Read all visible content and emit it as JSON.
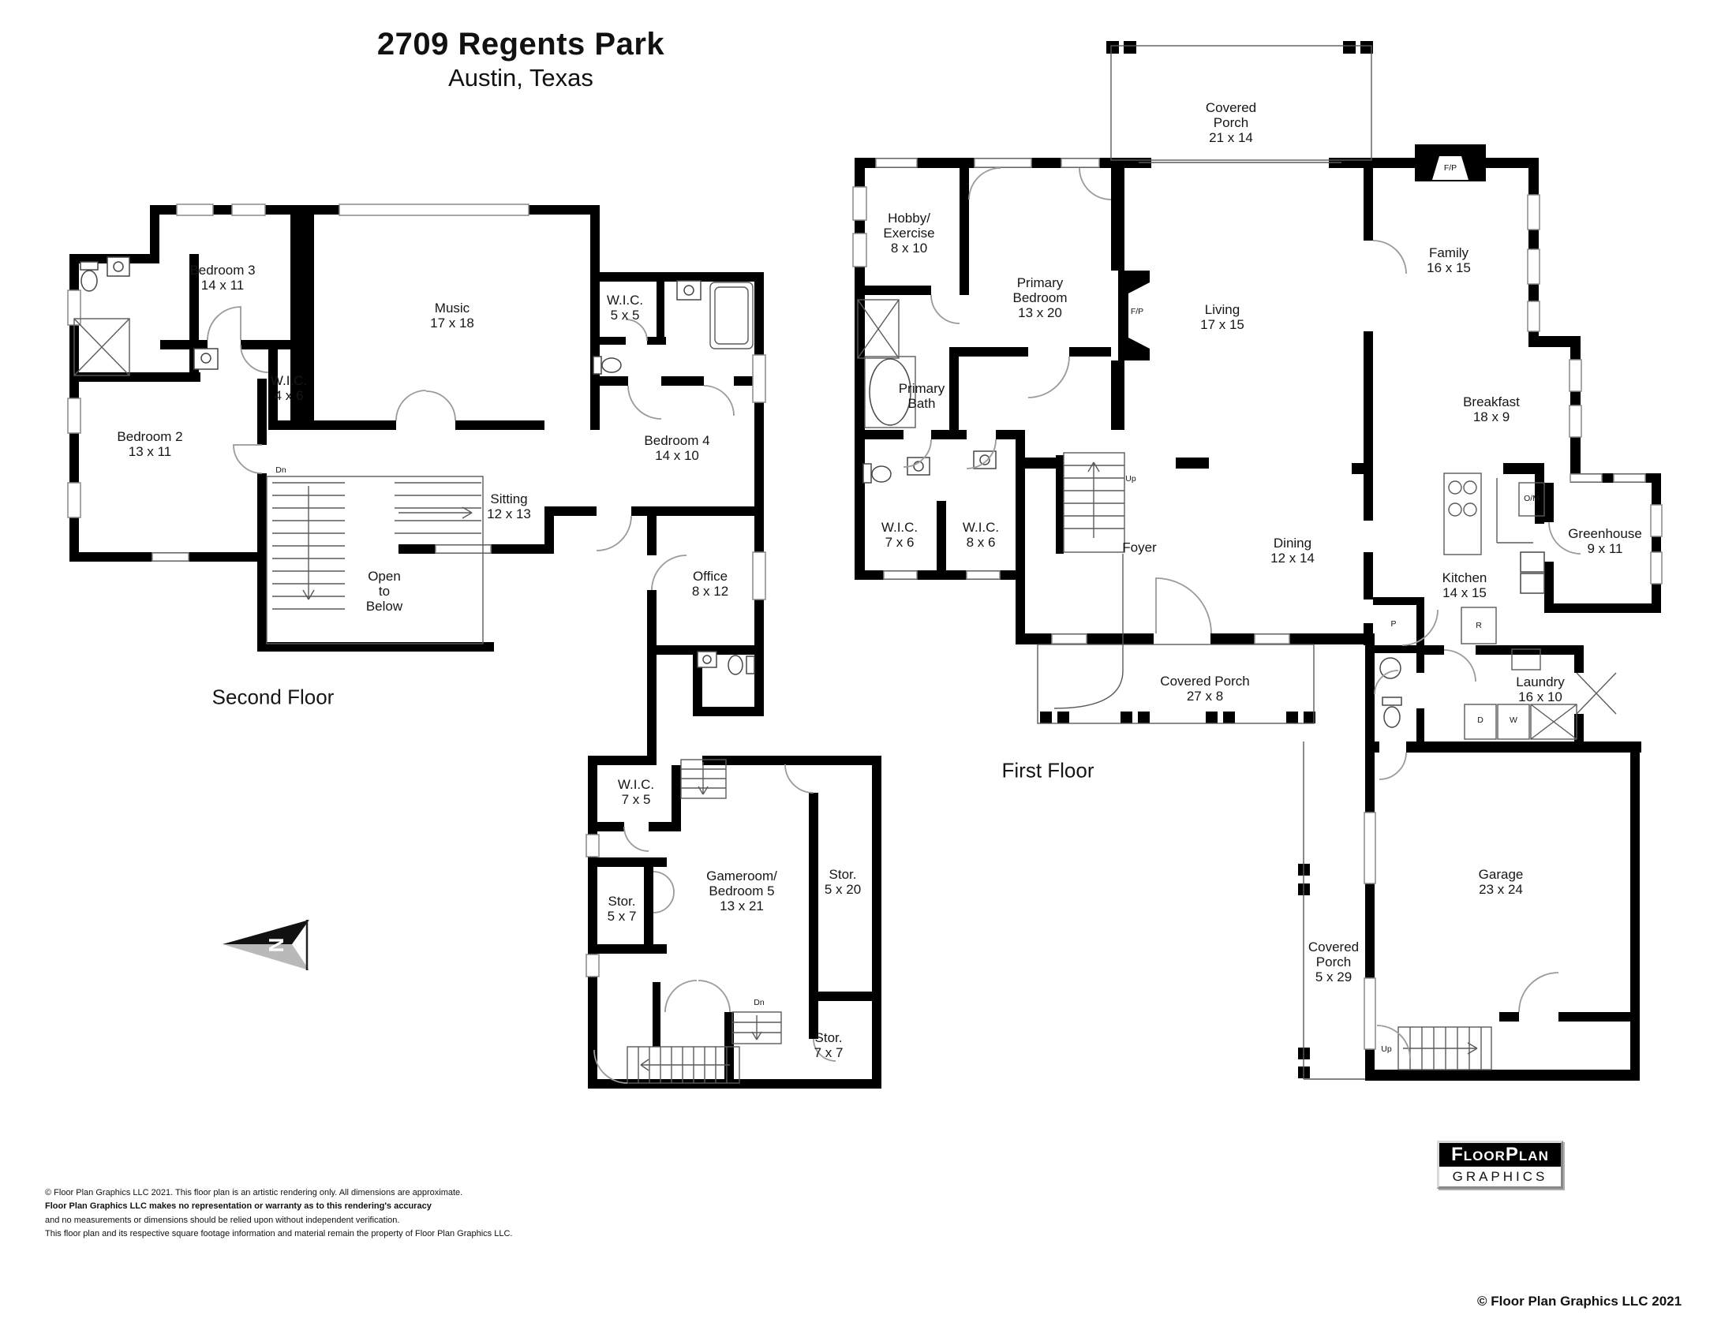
{
  "title": {
    "l1": "2709 Regents Park",
    "l2": "Austin, Texas"
  },
  "sf": {
    "floor_label": "Second Floor",
    "bedroom3": {
      "l1": "Bedroom 3",
      "l2": "14 x 11"
    },
    "music": {
      "l1": "Music",
      "l2": "17 x 18"
    },
    "wic_5x5": {
      "l1": "W.I.C.",
      "l2": "5 x 5"
    },
    "bedroom2": {
      "l1": "Bedroom 2",
      "l2": "13 x 11"
    },
    "wic_4x6": {
      "l1": "W.I.C.",
      "l2": "4 x 6"
    },
    "sitting": {
      "l1": "Sitting",
      "l2": "12 x 13"
    },
    "bedroom4": {
      "l1": "Bedroom 4",
      "l2": "14 x 10"
    },
    "open_below": {
      "l1": "Open",
      "l2": "to",
      "l3": "Below"
    },
    "office": {
      "l1": "Office",
      "l2": "8 x 12"
    },
    "wic_7x5": {
      "l1": "W.I.C.",
      "l2": "7 x 5"
    },
    "stor_5x7": {
      "l1": "Stor.",
      "l2": "5 x 7"
    },
    "gameroom": {
      "l1": "Gameroom/",
      "l2": "Bedroom 5",
      "l3": "13 x 21"
    },
    "stor_5x20": {
      "l1": "Stor.",
      "l2": "5 x 20"
    },
    "stor_7x7": {
      "l1": "Stor.",
      "l2": "7 x 7"
    },
    "dn1": "Dn",
    "dn2": "Dn"
  },
  "ff": {
    "floor_label": "First Floor",
    "covered_porch_21": {
      "l1": "Covered",
      "l2": "Porch",
      "l3": "21 x 14"
    },
    "hobby": {
      "l1": "Hobby/",
      "l2": "Exercise",
      "l3": "8 x 10"
    },
    "primary_bedroom": {
      "l1": "Primary",
      "l2": "Bedroom",
      "l3": "13 x 20"
    },
    "living": {
      "l1": "Living",
      "l2": "17 x 15"
    },
    "family": {
      "l1": "Family",
      "l2": "16 x 15"
    },
    "primary_bath": {
      "l1": "Primary",
      "l2": "Bath"
    },
    "breakfast": {
      "l1": "Breakfast",
      "l2": "18 x 9"
    },
    "wic_7x6": {
      "l1": "W.I.C.",
      "l2": "7 x 6"
    },
    "wic_8x6": {
      "l1": "W.I.C.",
      "l2": "8 x 6"
    },
    "foyer": {
      "l1": "Foyer"
    },
    "dining": {
      "l1": "Dining",
      "l2": "12 x 14"
    },
    "kitchen": {
      "l1": "Kitchen",
      "l2": "14 x 15"
    },
    "greenhouse": {
      "l1": "Greenhouse",
      "l2": "9 x 11"
    },
    "laundry": {
      "l1": "Laundry",
      "l2": "16 x 10"
    },
    "covered_porch_27": {
      "l1": "Covered Porch",
      "l2": "27 x 8"
    },
    "garage": {
      "l1": "Garage",
      "l2": "23 x 24"
    },
    "covered_porch_5": {
      "l1": "Covered",
      "l2": "Porch",
      "l3": "5 x 29"
    },
    "up1": "Up",
    "up2": "Up",
    "fp_living": "F/P",
    "fp_family": "F/P",
    "om": "O/M",
    "r": "R",
    "p": "P",
    "d": "D",
    "w": "W"
  },
  "compass": {
    "letter": "N"
  },
  "footer": {
    "l1": "© Floor Plan Graphics LLC 2021.  This floor plan is an artistic rendering only. All dimensions are approximate.",
    "l2": "Floor Plan Graphics LLC makes no representation or warranty as to this rendering's accuracy",
    "l3": "and no measurements or dimensions should be relied upon without independent verification.",
    "l4": "This floor plan and its respective square footage information and material remain the property of Floor Plan Graphics LLC."
  },
  "logo": {
    "l1": "FloorPlan",
    "l2": "Graphics"
  },
  "copyright": "© Floor Plan Graphics LLC 2021"
}
